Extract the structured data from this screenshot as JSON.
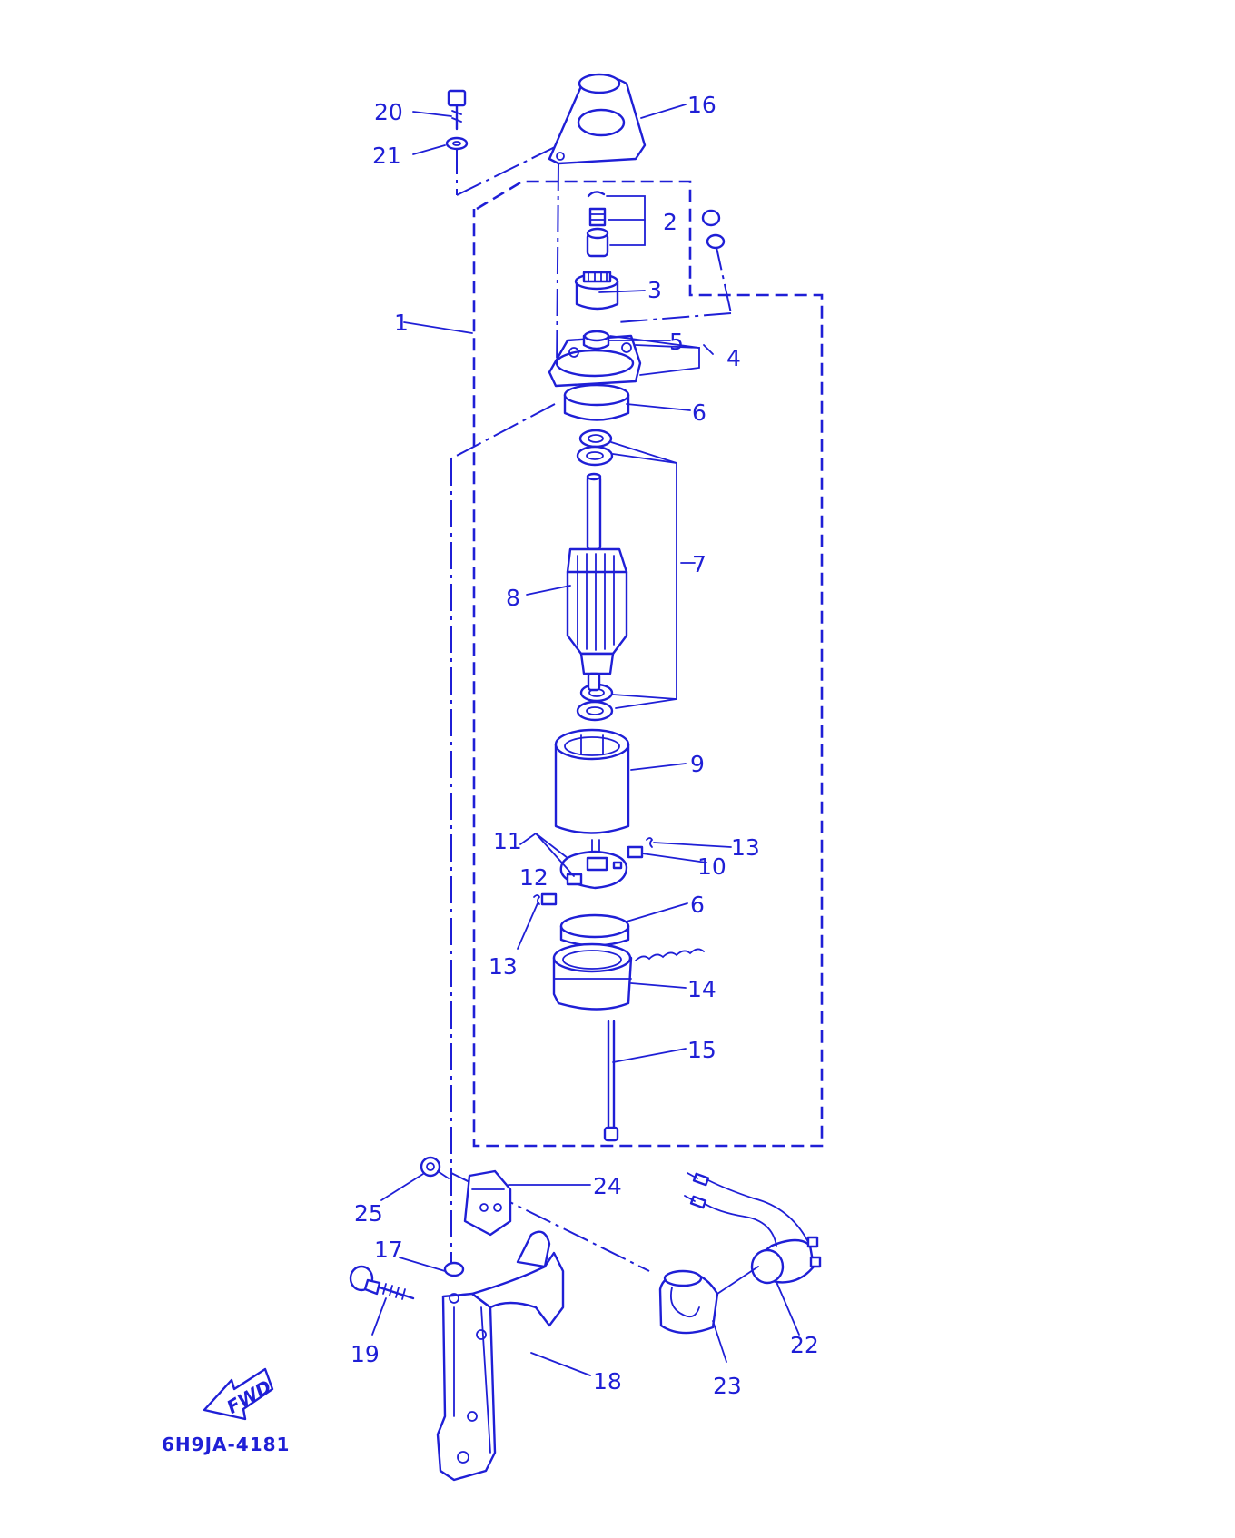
{
  "diagram": {
    "drawing_code": "6H9JA-4181",
    "direction_arrow_label": "FWD",
    "line_color": "#1f1fd6",
    "background_color": "#ffffff",
    "callouts": {
      "c1": "1",
      "c2": "2",
      "c3": "3",
      "c4": "4",
      "c5": "5",
      "c6a": "6",
      "c6b": "6",
      "c7": "7",
      "c8": "8",
      "c9": "9",
      "c10": "10",
      "c11": "11",
      "c12": "12",
      "c13a": "13",
      "c13b": "13",
      "c14": "14",
      "c15": "15",
      "c16": "16",
      "c17": "17",
      "c18": "18",
      "c19": "19",
      "c20": "20",
      "c21": "21",
      "c22": "22",
      "c23": "23",
      "c24": "24",
      "c25": "25"
    }
  }
}
